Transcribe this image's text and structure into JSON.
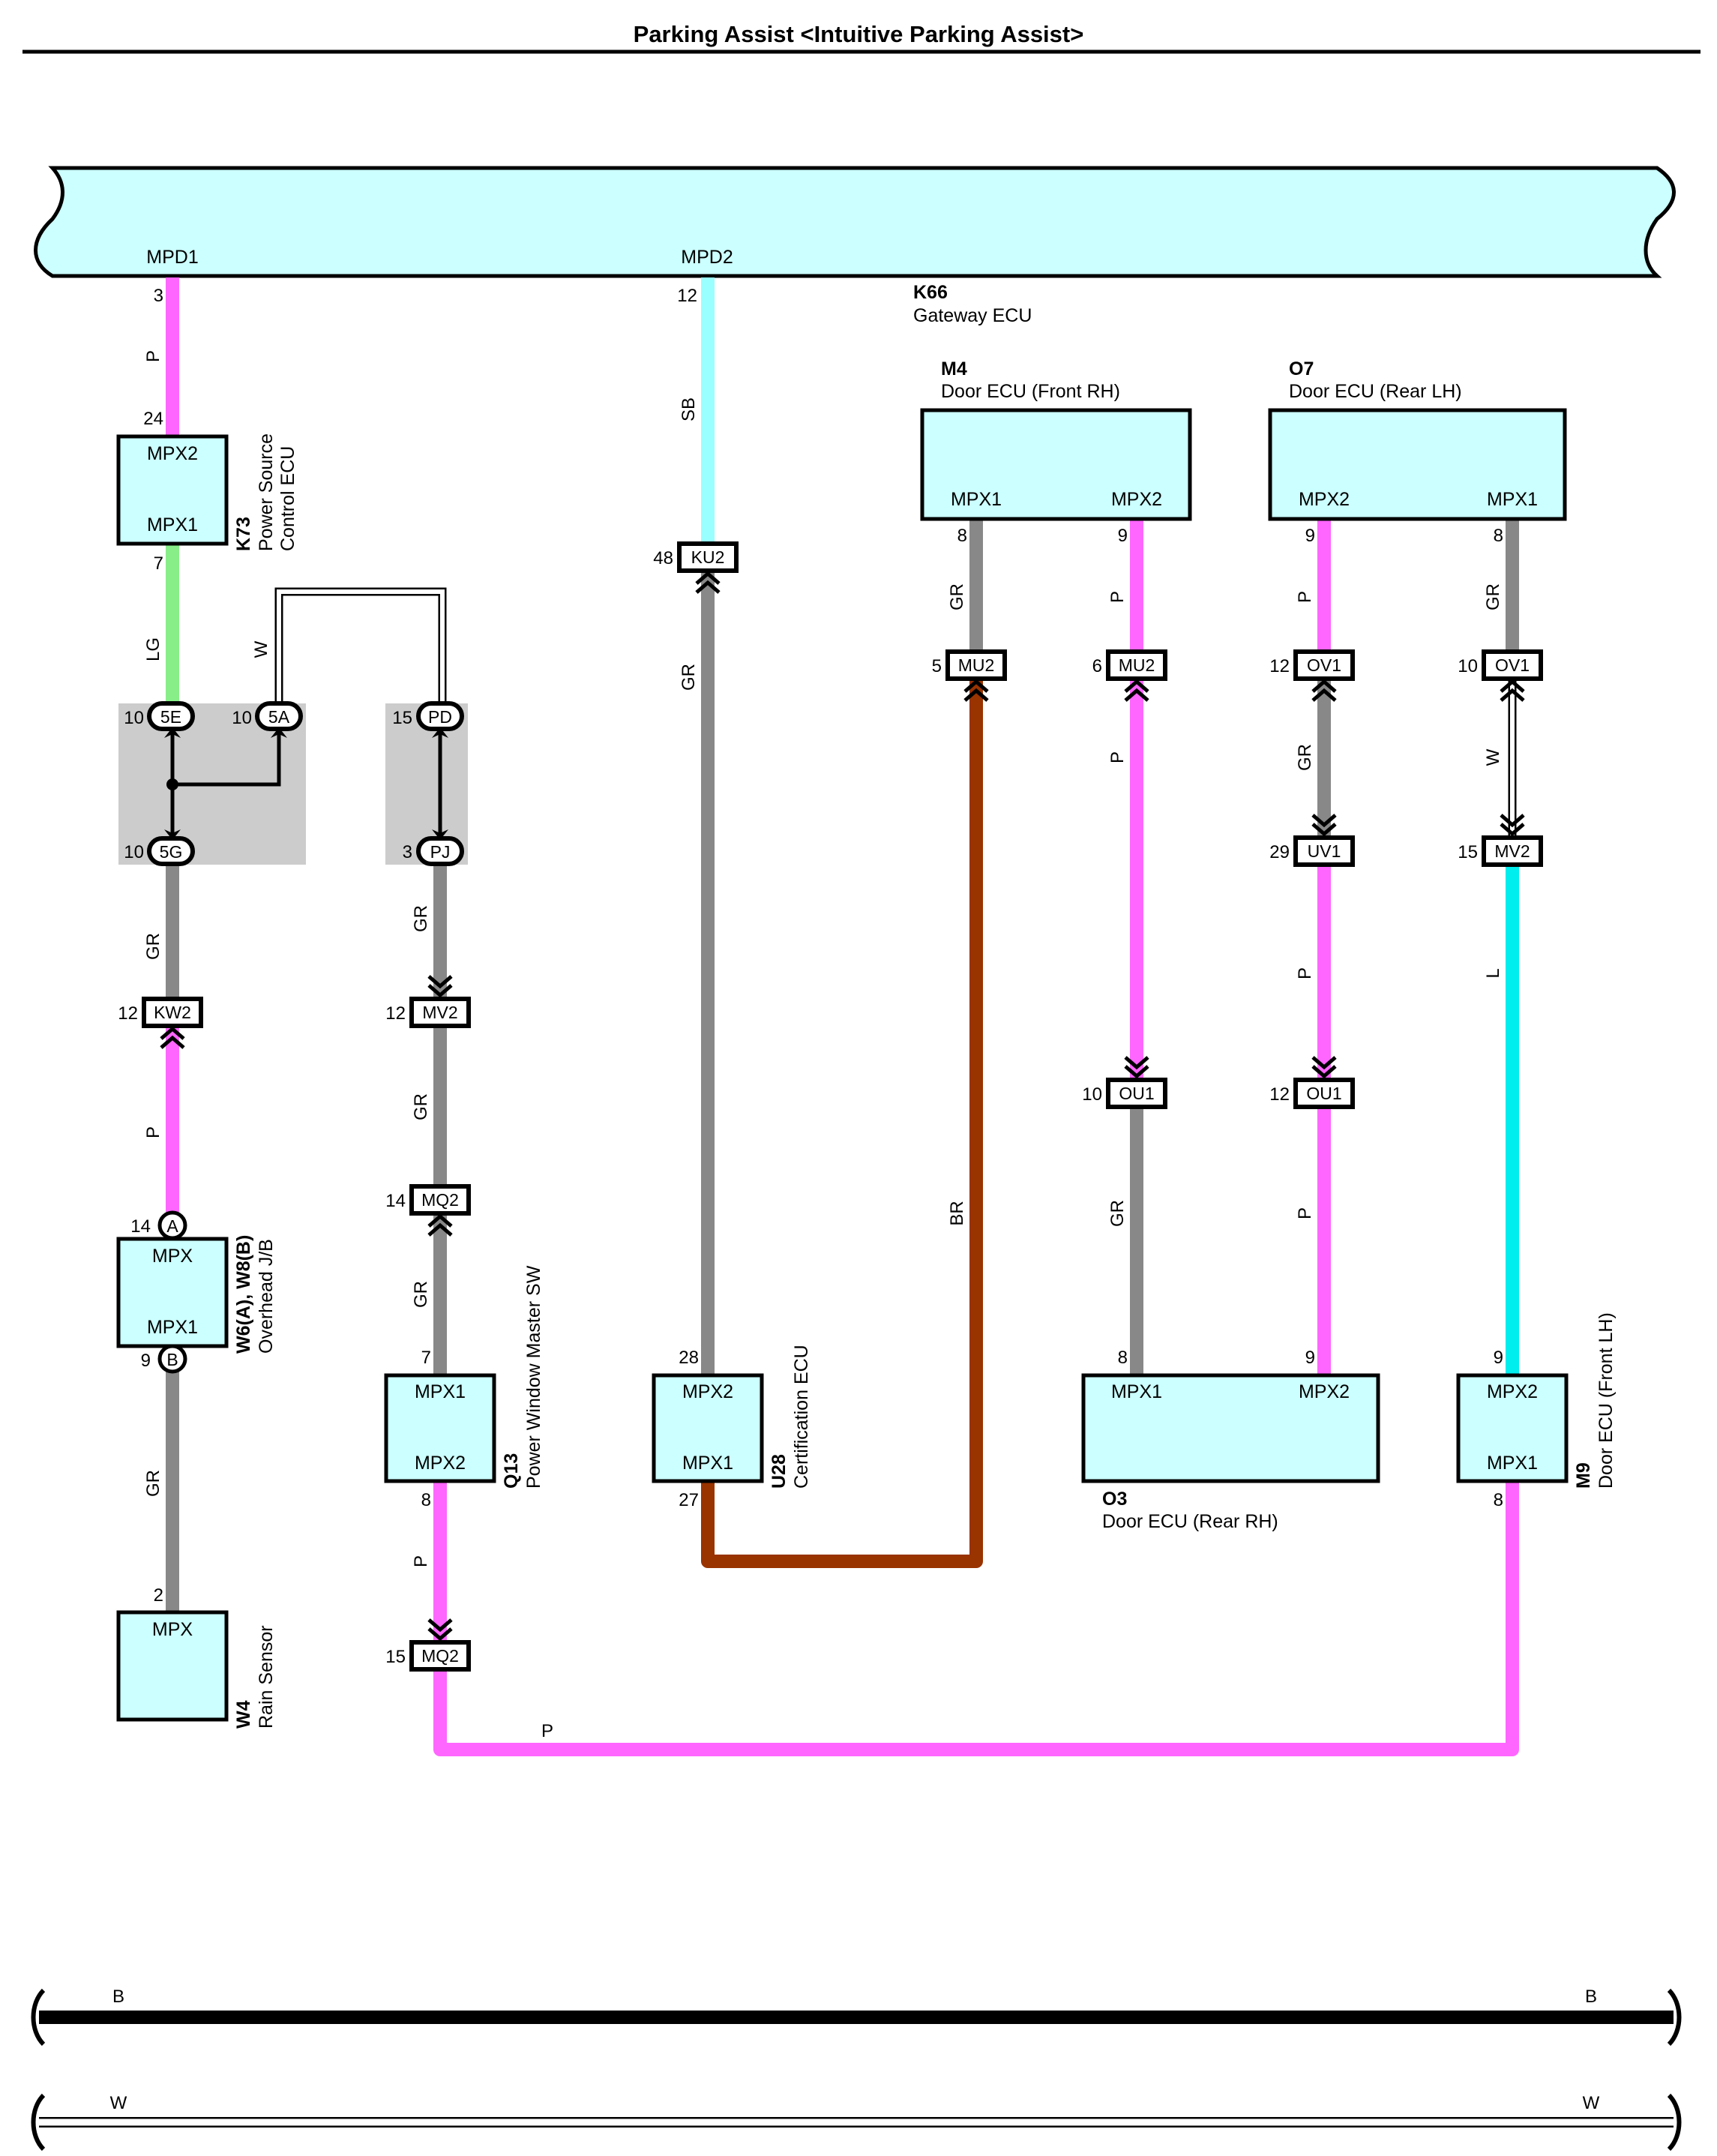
{
  "title": "Parking Assist <Intuitive Parking Assist>",
  "colors": {
    "ecu_fill": "#ccffff",
    "splice_fill": "#cccccc",
    "P": "#ff66ff",
    "SB": "#99ffff",
    "GR": "#888888",
    "LG": "#88ee88",
    "BR": "#993300",
    "L": "#00eeee",
    "W": "#ffffff",
    "B": "#000000"
  },
  "gateway": {
    "code": "K66",
    "name": "Gateway ECU",
    "terminal_mpd1": "MPD1",
    "terminal_mpd2": "MPD2",
    "pin_mpd1": "3",
    "pin_mpd2": "12"
  },
  "components": {
    "k73": {
      "code": "K73",
      "name1": "Power Source",
      "name2": "Control ECU",
      "t_top": "MPX2",
      "t_bottom": "MPX1",
      "pin_top": "24",
      "pin_bottom": "7"
    },
    "w6": {
      "code": "W6(A), W8(B)",
      "name": "Overhead J/B",
      "t_top": "MPX",
      "t_bottom": "MPX1",
      "pin_top": "14",
      "pin_bottom": "9",
      "circle_a": "A",
      "circle_b": "B"
    },
    "w4": {
      "code": "W4",
      "name": "Rain Sensor",
      "t_top": "MPX",
      "pin_top": "2"
    },
    "q13": {
      "code": "Q13",
      "name": "Power Window Master SW",
      "t_top": "MPX1",
      "t_bottom": "MPX2",
      "pin_top": "7",
      "pin_bottom": "8"
    },
    "u28": {
      "code": "U28",
      "name": "Certification ECU",
      "t_top": "MPX2",
      "t_bottom": "MPX1",
      "pin_top": "28",
      "pin_bottom": "27"
    },
    "m4": {
      "code": "M4",
      "name": "Door ECU (Front RH)",
      "t_left": "MPX1",
      "t_right": "MPX2",
      "pin_left": "8",
      "pin_right": "9"
    },
    "o7": {
      "code": "O7",
      "name": "Door ECU (Rear LH)",
      "t_left": "MPX2",
      "t_right": "MPX1",
      "pin_left": "9",
      "pin_right": "8"
    },
    "o3": {
      "code": "O3",
      "name": "Door ECU (Rear RH)",
      "t_left": "MPX1",
      "t_right": "MPX2",
      "pin_left": "8",
      "pin_right": "9"
    },
    "m9": {
      "code": "M9",
      "name": "Door ECU (Front LH)",
      "t_top": "MPX2",
      "t_bottom": "MPX1",
      "pin_top": "9",
      "pin_bottom": "8"
    }
  },
  "connectors": {
    "ku2": {
      "name": "KU2",
      "pin": "48"
    },
    "mu2a": {
      "name": "MU2",
      "pin": "5"
    },
    "mu2b": {
      "name": "MU2",
      "pin": "6"
    },
    "ov1a": {
      "name": "OV1",
      "pin": "12"
    },
    "ov1b": {
      "name": "OV1",
      "pin": "10"
    },
    "uv1": {
      "name": "UV1",
      "pin": "29"
    },
    "mv2b": {
      "name": "MV2",
      "pin": "15"
    },
    "kw2": {
      "name": "KW2",
      "pin": "12"
    },
    "mv2a": {
      "name": "MV2",
      "pin": "12"
    },
    "mq2a": {
      "name": "MQ2",
      "pin": "14"
    },
    "mq2b": {
      "name": "MQ2",
      "pin": "15"
    },
    "ou1a": {
      "name": "OU1",
      "pin": "10"
    },
    "ou1b": {
      "name": "OU1",
      "pin": "12"
    },
    "s5e": {
      "name": "5E",
      "pin": "10"
    },
    "s5a": {
      "name": "5A",
      "pin": "10"
    },
    "s5g": {
      "name": "5G",
      "pin": "10"
    },
    "spd": {
      "name": "PD",
      "pin": "15"
    },
    "spj": {
      "name": "PJ",
      "pin": "3"
    }
  },
  "wire_colors": {
    "p": "P",
    "sb": "SB",
    "gr": "GR",
    "lg": "LG",
    "w": "W",
    "br": "BR",
    "l": "L",
    "b": "B"
  }
}
